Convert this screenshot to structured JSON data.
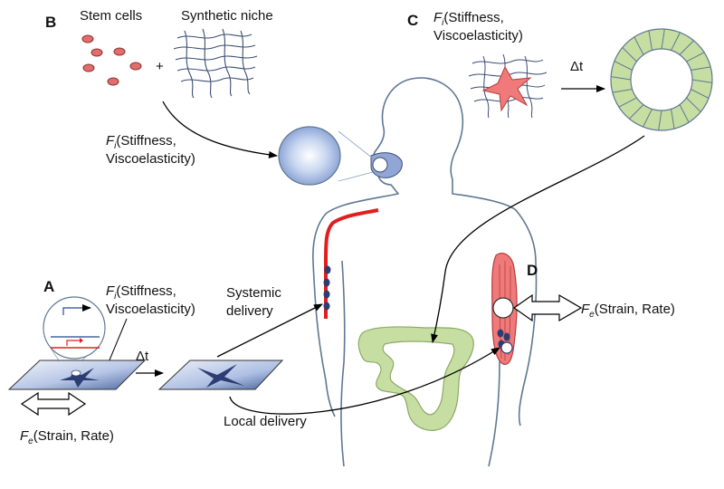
{
  "panels": {
    "a": "A",
    "b": "B",
    "c": "C",
    "d": "D"
  },
  "panel_b": {
    "stem_cells": "Stem cells",
    "plus": "+",
    "synthetic_niche": "Synthetic niche",
    "fi_symbol": "F",
    "fi_sub": "i",
    "fi_line1": "(Stiffness,",
    "fi_line2": "Viscoelasticity)"
  },
  "panel_c": {
    "fi_symbol": "F",
    "fi_sub": "i",
    "fi_line1": "(Stiffness,",
    "fi_line2": "Viscoelasticity)",
    "delta_t": "Δt"
  },
  "panel_a": {
    "fi_symbol": "F",
    "fi_sub": "i",
    "fi_line1": "(Stiffness,",
    "fi_line2": "Viscoelasticity)",
    "delta_t": "Δt",
    "fe_symbol": "F",
    "fe_sub": "e",
    "fe_text": "(Strain, Rate)",
    "systemic_line1": "Systemic",
    "systemic_line2": "delivery",
    "local": "Local delivery"
  },
  "panel_d": {
    "fe_symbol": "F",
    "fe_sub": "e",
    "fe_text": "(Strain, Rate)"
  },
  "colors": {
    "body_outline": "#5f7793",
    "cell_red": "#e26d6d",
    "niche_blue": "#3b4d73",
    "intestine_green": "#c6dea2",
    "muscle_red": "#f07a7a",
    "vessel_red": "#e01e1e",
    "dot_navy": "#2c3d74",
    "substrate_blue": "#4866a0"
  }
}
